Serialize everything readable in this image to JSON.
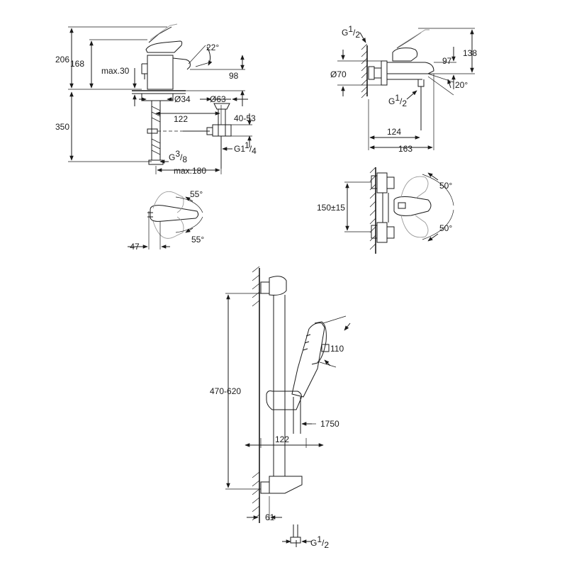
{
  "basin_mixer": {
    "height_total": "206",
    "height_spout": "168",
    "max_clearance": "max.30",
    "angle": "22°",
    "spout_height": "98",
    "body_diameter": "Ø34",
    "waste_diameter": "Ø63",
    "spout_reach": "122",
    "waste_range": "40-53",
    "height_below": "350",
    "supply_thread": {
      "main": "G",
      "sup": "3",
      "sub": "8"
    },
    "waste_thread": {
      "main": "G1",
      "sup": "1",
      "sub": "4"
    },
    "max_reach": "max.180"
  },
  "basin_top": {
    "angle_back": "55°",
    "angle_front": "55°",
    "width": "47"
  },
  "bath_mixer": {
    "thread_top": {
      "main": "G",
      "sup": "1",
      "sub": "2"
    },
    "height_total": "138",
    "height_lever": "97",
    "diameter": "Ø70",
    "thread_outlet": {
      "main": "G",
      "sup": "1",
      "sub": "2"
    },
    "angle": "20°",
    "reach_spout": "124",
    "reach_total": "163"
  },
  "bath_front": {
    "centres": "150±15",
    "angle_up": "50°",
    "angle_down": "50°"
  },
  "shower_set": {
    "rail_height": "470-620",
    "head_size": "110",
    "hose_length": "1750",
    "projection": "122",
    "wall_offset": "61",
    "thread": {
      "main": "G",
      "sup": "1",
      "sub": "2"
    }
  }
}
